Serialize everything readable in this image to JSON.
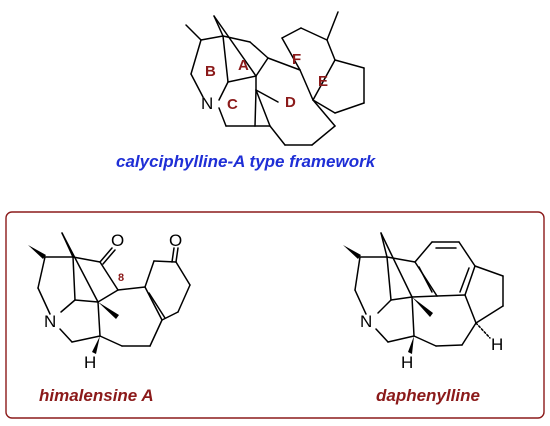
{
  "framework": {
    "caption": "calyciphylline-A type framework",
    "ring_labels": {
      "A": "A",
      "B": "B",
      "C": "C",
      "D": "D",
      "E": "E",
      "F": "F"
    },
    "nitrogen": "N"
  },
  "himalensine": {
    "caption": "himalensine A",
    "nitrogen": "N",
    "hydrogen": "H",
    "oxygen_top": "O",
    "oxygen_right": "O",
    "position_label": "8"
  },
  "daphenylline": {
    "caption": "daphenylline",
    "nitrogen": "N",
    "hydrogen_left": "H",
    "hydrogen_right": "H"
  },
  "colors": {
    "caption_blue": "#1f2fd6",
    "accent_red": "#8b1a1a",
    "bond": "#000000"
  }
}
